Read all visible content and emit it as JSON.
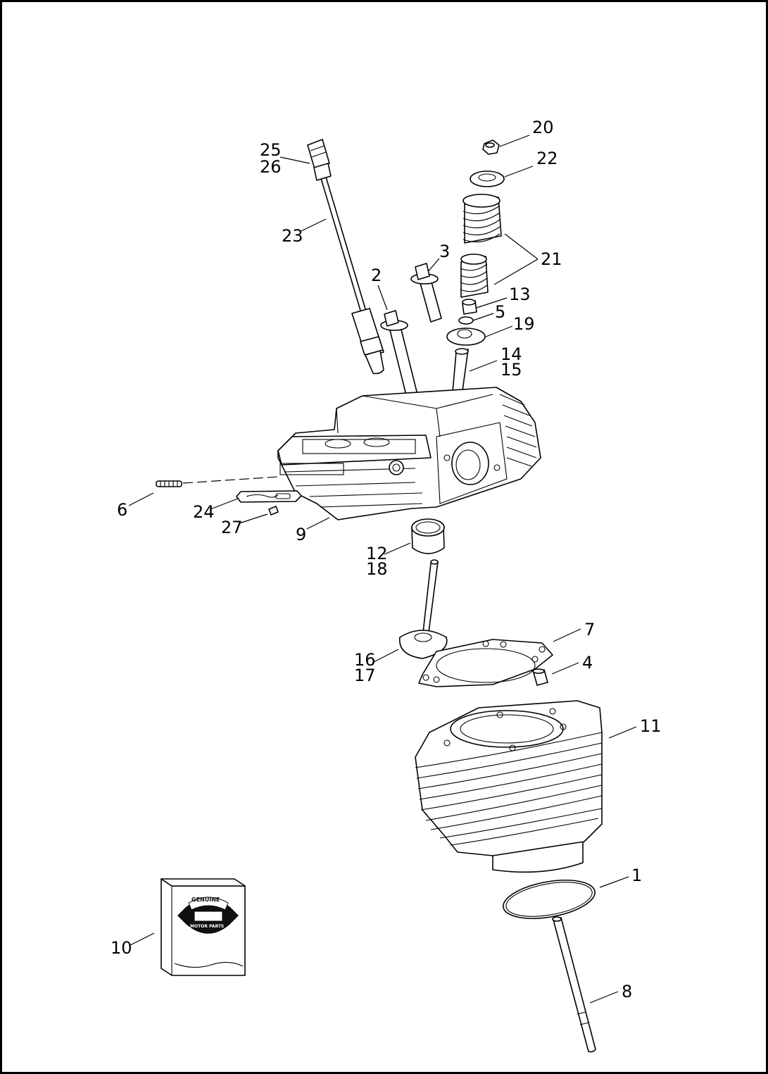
{
  "callouts": {
    "c1": "1",
    "c2": "2",
    "c3": "3",
    "c4": "4",
    "c5": "5",
    "c6": "6",
    "c7": "7",
    "c8": "8",
    "c9": "9",
    "c10": "10",
    "c11": "11",
    "c12": "12",
    "c13": "13",
    "c14": "14",
    "c15": "15",
    "c16": "16",
    "c17": "17",
    "c18": "18",
    "c19": "19",
    "c20": "20",
    "c21": "21",
    "c22": "22",
    "c23": "23",
    "c24": "24",
    "c25": "25",
    "c26": "26",
    "c27": "27"
  },
  "kit_logo": {
    "line1": "GENUINE",
    "line2": "MOTOR PARTS"
  }
}
